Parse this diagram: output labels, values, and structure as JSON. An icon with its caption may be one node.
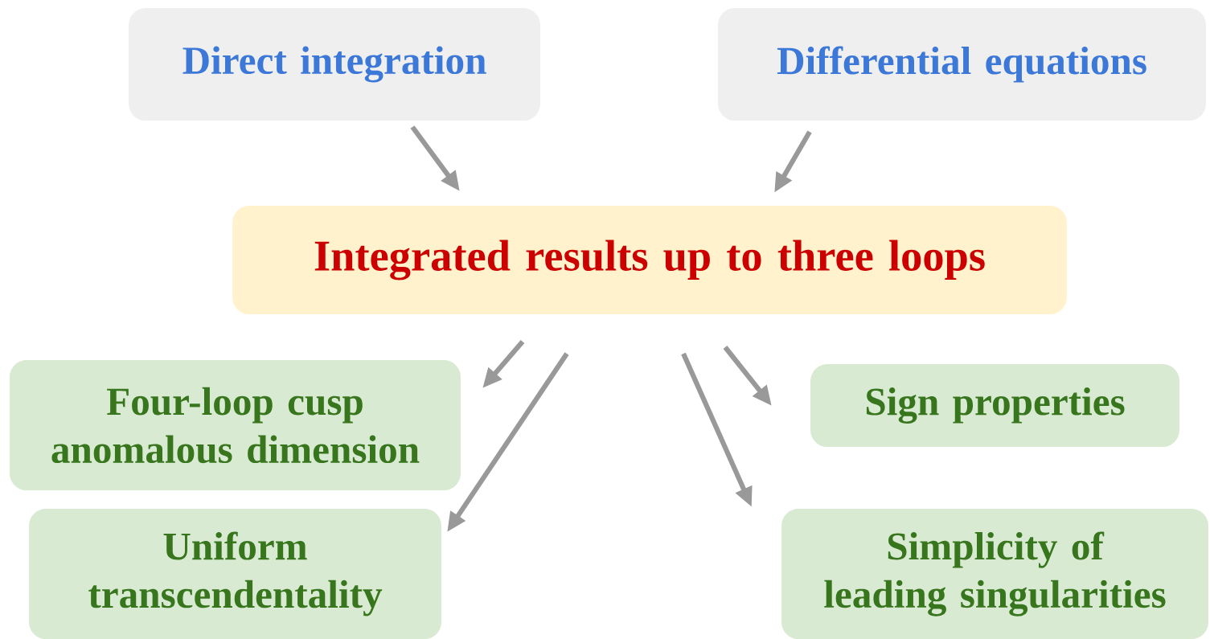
{
  "diagram": {
    "nodes": [
      {
        "text": [
          "Direct integration"
        ]
      },
      {
        "text": [
          "Differential equations"
        ]
      },
      {
        "text": [
          "Integrated results up to three loops"
        ]
      },
      {
        "text": [
          "Four-loop cusp anomalous dimension"
        ]
      },
      {
        "text": [
          "Sign properties"
        ]
      },
      {
        "text": [
          "Uniform transcendentality"
        ]
      },
      {
        "text": [
          "Simplicity of leading singularities"
        ]
      }
    ],
    "edges": [
      {
        "from": 0,
        "to": 2,
        "arrow": "to"
      },
      {
        "from": 1,
        "to": 2,
        "arrow": "to"
      },
      {
        "from": 2,
        "to": 3,
        "arrow": "to"
      },
      {
        "from": 2,
        "to": 5,
        "arrow": "to"
      },
      {
        "from": 2,
        "to": 6,
        "arrow": "to"
      },
      {
        "from": 2,
        "to": 4,
        "arrow": "to"
      }
    ]
  }
}
